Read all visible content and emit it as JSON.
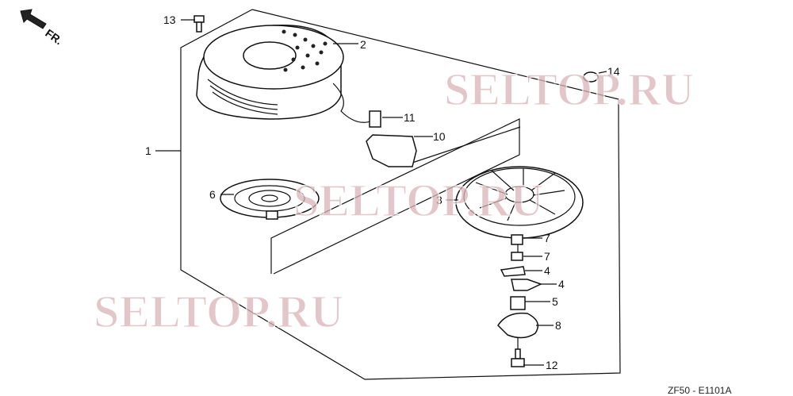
{
  "direction": {
    "label": "FR.",
    "icon": "arrow-front-icon"
  },
  "callouts": [
    {
      "id": "13"
    },
    {
      "id": "2"
    },
    {
      "id": "14"
    },
    {
      "id": "11"
    },
    {
      "id": "10"
    },
    {
      "id": "1"
    },
    {
      "id": "6"
    },
    {
      "id": "3"
    },
    {
      "id": "7"
    },
    {
      "id": "7"
    },
    {
      "id": "4"
    },
    {
      "id": "4"
    },
    {
      "id": "5"
    },
    {
      "id": "8"
    },
    {
      "id": "12"
    }
  ],
  "watermarks": [
    "SELTOP.RU",
    "SELTOP.RU",
    "SELTOP.RU"
  ],
  "diagram_code": "ZF50 - E1101A"
}
